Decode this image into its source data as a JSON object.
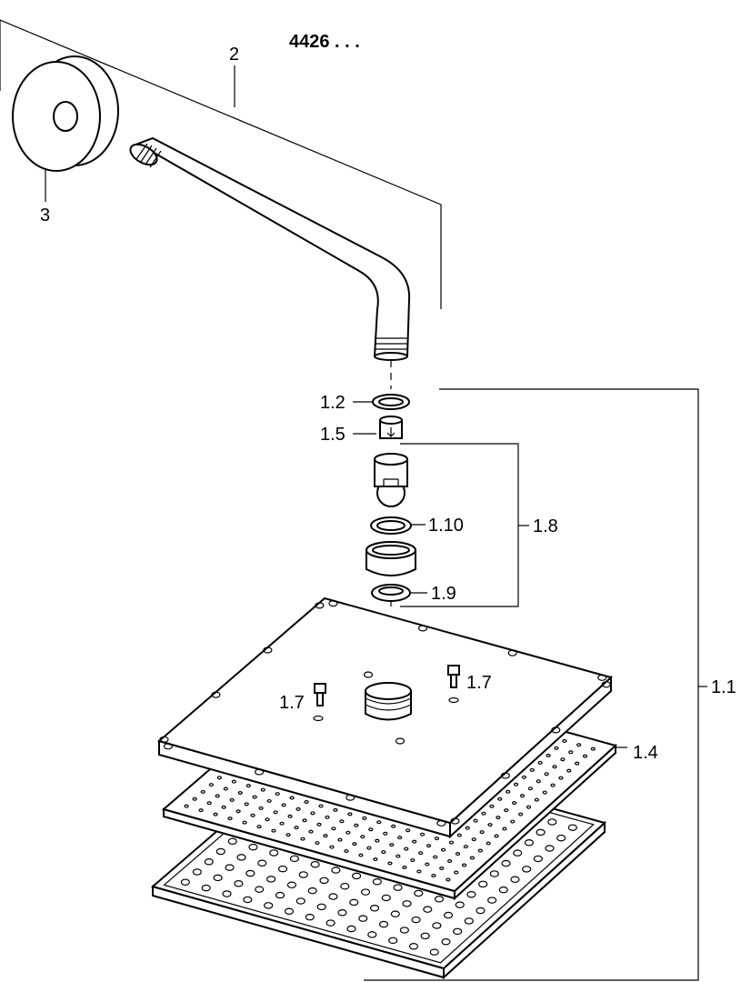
{
  "title": "4426 . . .",
  "labels": {
    "arm": "2",
    "escutcheon": "3",
    "ring_1_2": "1.2",
    "part_1_5": "1.5",
    "ring_1_10": "1.10",
    "group_1_8": "1.8",
    "part_1_9": "1.9",
    "screw_left": "1.7",
    "screw_right": "1.7",
    "group_1_1": "1.1",
    "plate_1_4": "1.4"
  },
  "colors": {
    "line": "#000000",
    "background": "#ffffff"
  }
}
